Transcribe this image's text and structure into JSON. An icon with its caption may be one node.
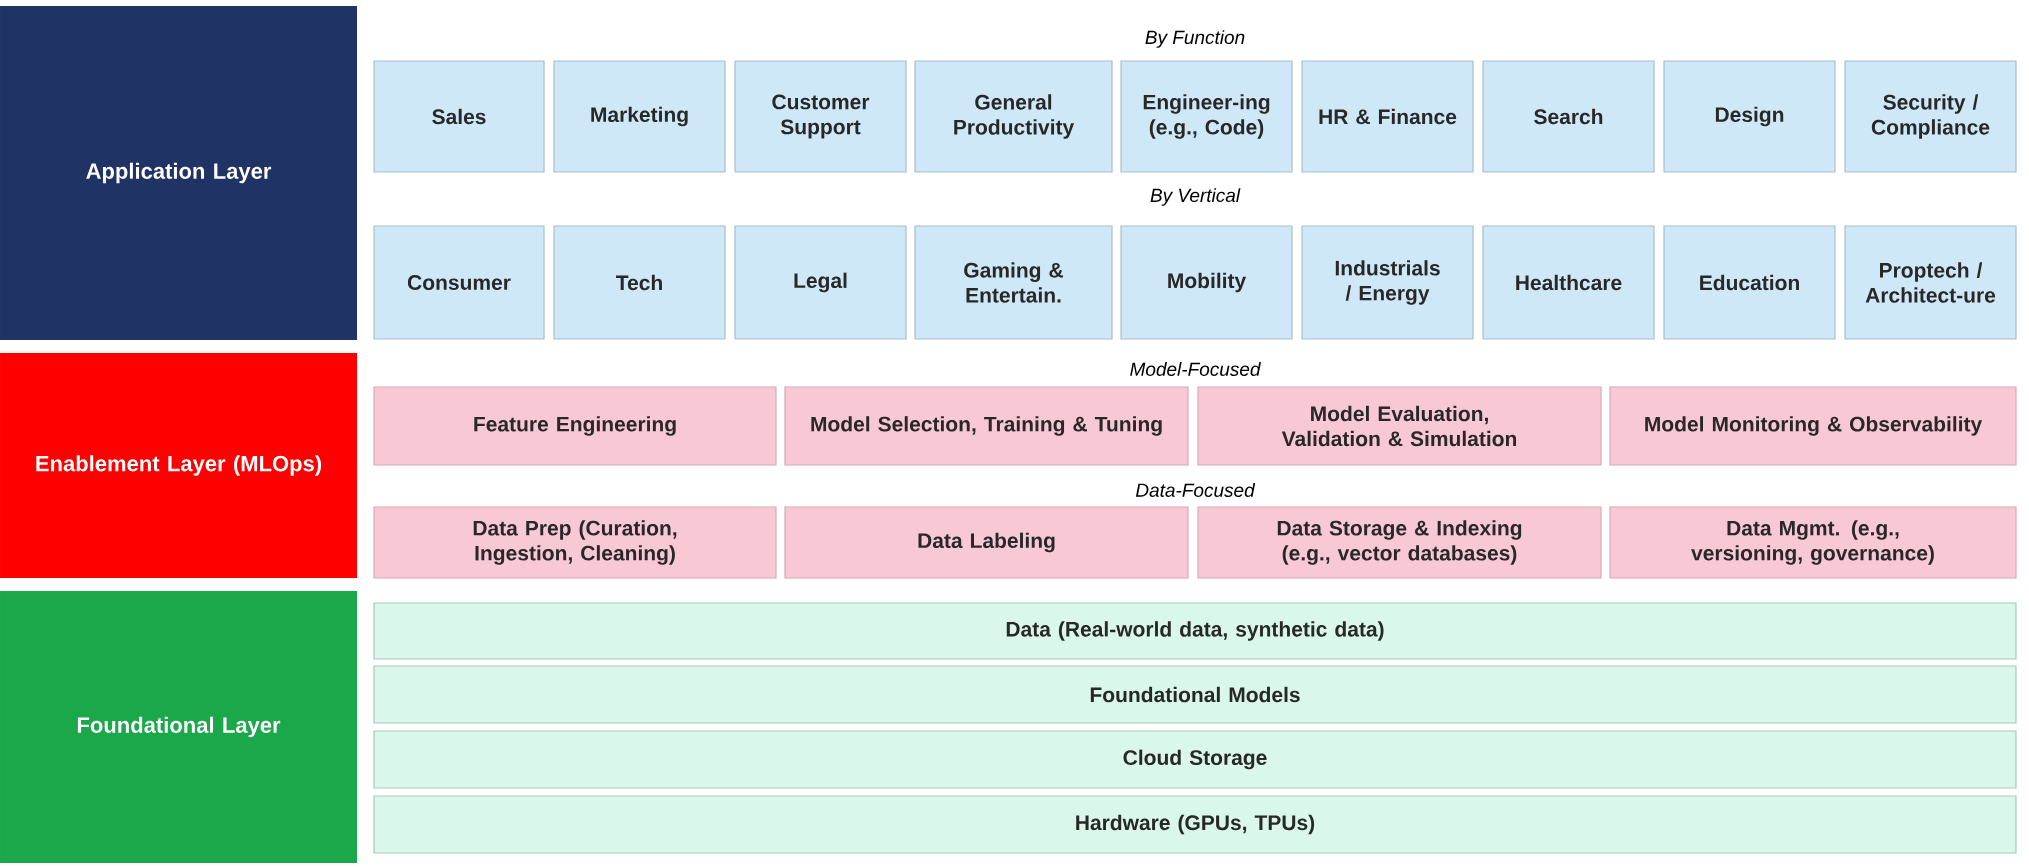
{
  "diagram": {
    "nodes": [
      {
        "text": [
          "Application Layer"
        ]
      },
      {
        "text": [
          "Sales"
        ]
      },
      {
        "text": [
          "Marketing"
        ]
      },
      {
        "text": [
          "Customer Support"
        ]
      },
      {
        "text": [
          "General Productivity"
        ]
      },
      {
        "text": [
          "Engineer-ing (e.g., Code)"
        ]
      },
      {
        "text": [
          "HR & Finance"
        ]
      },
      {
        "text": [
          "Search"
        ]
      },
      {
        "text": [
          "Design"
        ]
      },
      {
        "text": [
          "Security / Compliance"
        ]
      },
      {
        "text": [
          "Consumer"
        ]
      },
      {
        "text": [
          "Tech"
        ]
      },
      {
        "text": [
          "Legal"
        ]
      },
      {
        "text": [
          "Gaming & Entertain."
        ]
      },
      {
        "text": [
          "Mobility"
        ]
      },
      {
        "text": [
          "Industrials / Energy"
        ]
      },
      {
        "text": [
          "Healthcare"
        ]
      },
      {
        "text": [
          "Education"
        ]
      },
      {
        "text": [
          "Proptech / Architect-ure"
        ]
      },
      {
        "text": [
          "Enablement Layer (MLOps)"
        ]
      },
      {
        "text": [
          "Feature Engineering"
        ]
      },
      {
        "text": [
          "Model Selection, Training & Tuning"
        ]
      },
      {
        "text": [
          "Model Evaluation, Validation & Simulation"
        ]
      },
      {
        "text": [
          "Model Monitoring & Observability"
        ]
      },
      {
        "text": [
          "Data Prep (Curation, Ingestion, Cleaning)"
        ]
      },
      {
        "text": [
          "Data Labeling"
        ]
      },
      {
        "text": [
          "Data Storage & Indexing (e.g., vector databases)"
        ]
      },
      {
        "text": [
          "Data Mgmt. (e.g., versioning, governance)"
        ]
      },
      {
        "text": [
          "Foundational Layer"
        ]
      },
      {
        "text": [
          "Data (Real-world data, synthetic data)"
        ]
      },
      {
        "text": [
          "Foundational Models"
        ]
      },
      {
        "text": [
          "Cloud Storage"
        ]
      },
      {
        "text": [
          "Hardware (GPUs, TPUs)"
        ]
      }
    ],
    "labels": [
      "By Function",
      "By Vertical",
      "Model-Focused",
      "Data-Focused"
    ]
  }
}
